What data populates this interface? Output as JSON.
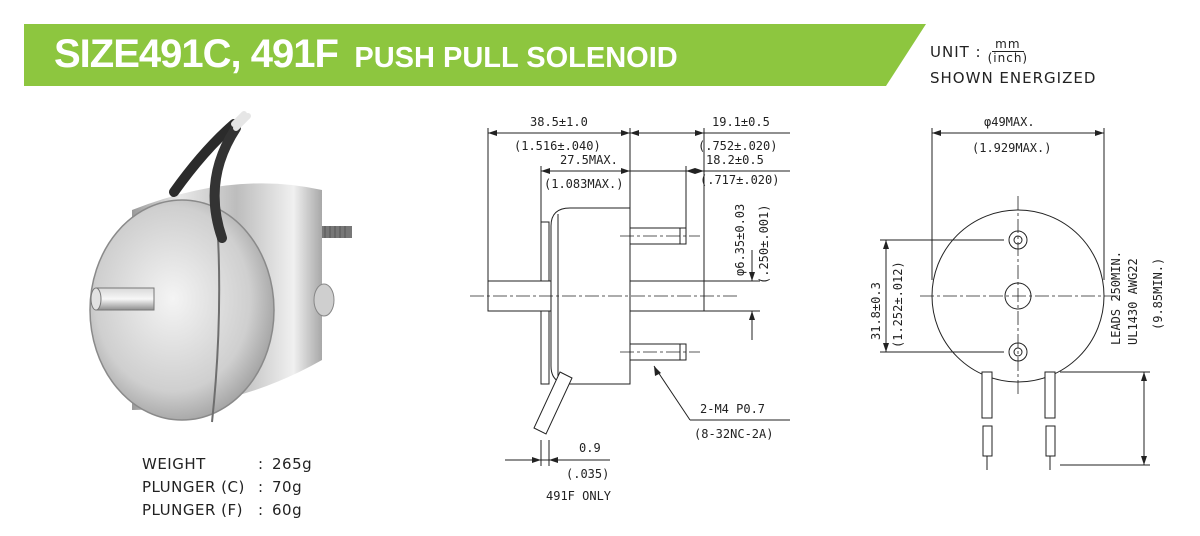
{
  "header": {
    "model": "SIZE491C, 491F",
    "name": "PUSH PULL SOLENOID",
    "banner_color": "#8dc63f"
  },
  "units": {
    "label": "UNIT :",
    "numerator": "mm",
    "denominator": "(inch)",
    "shown": "SHOWN ENERGIZED"
  },
  "specs": [
    {
      "label": "WEIGHT",
      "sep": ":",
      "value": "265g"
    },
    {
      "label": "PLUNGER (C)",
      "sep": ":",
      "value": "70g"
    },
    {
      "label": "PLUNGER (F)",
      "sep": ":",
      "value": "60g"
    }
  ],
  "side_view": {
    "overall": "38.5±1.0",
    "overall_in": "(1.516±.040)",
    "body": "27.5MAX.",
    "body_in": "(1.083MAX.)",
    "push_out": "19.1±0.5",
    "push_out_in": "(.752±.020)",
    "stud": "18.2±0.5",
    "stud_in": "(.717±.020)",
    "plunger_dia": "φ6.35±0.03",
    "plunger_dia_in": "(.250±.001)",
    "thread": "2-M4 P0.7",
    "thread_in": "(8-32NC-2A)",
    "flange": "0.9",
    "flange_in": "(.035)",
    "flange_note": "491F ONLY"
  },
  "end_view": {
    "diameter": "φ49MAX.",
    "diameter_in": "(1.929MAX.)",
    "spacing": "31.8±0.3",
    "spacing_in": "(1.252±.012)",
    "leads": "LEADS 250MIN.",
    "leads_spec": "UL1430 AWG22",
    "leads_in": "(9.85MIN.)"
  }
}
